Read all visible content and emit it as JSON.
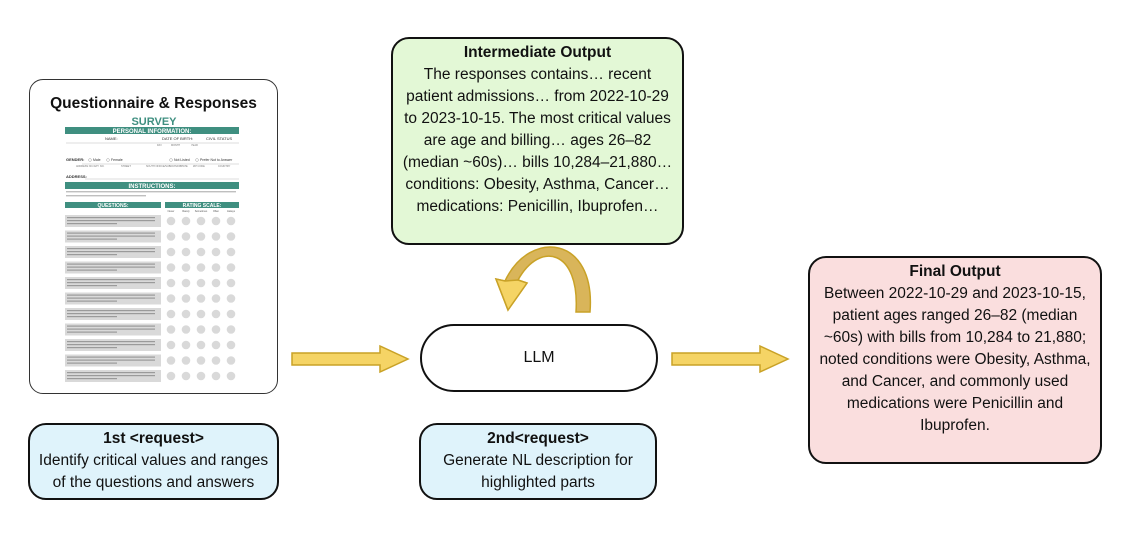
{
  "questionnaire": {
    "title": "Questionnaire & Responses",
    "survey_heading": "SURVEY",
    "personal_info_label": "PERSONAL INFORMATION:",
    "name_label": "NAME:",
    "dob_label": "DATE OF BIRTH:",
    "civil_label": "CIVIL STATUS",
    "dob_sub": [
      "DAY",
      "MONTH",
      "YEAR"
    ],
    "gender_label": "GENDER:",
    "gender_options": [
      "Male",
      "Female",
      "Not Listed",
      "Prefer Not to Answer"
    ],
    "address_sub": [
      "ADDRESS NO./APT. NO.",
      "STREET",
      "SOUTH OFFICE/SUBDIVISION",
      "STATE",
      "ZIP CODE",
      "COUNTRY"
    ],
    "address_label": "ADDRESS:",
    "instructions_label": "INSTRUCTIONS:",
    "questions_label": "QUESTIONS:",
    "rating_label": "RATING SCALE:",
    "rating_cols": [
      "Never",
      "Rarely",
      "Sometimes",
      "Often",
      "Always"
    ]
  },
  "intermediate": {
    "title": "Intermediate Output",
    "lines": [
      "The responses contains… recent",
      "patient admissions… from 2022-10-29",
      "to 2023-10-15. The most critical values",
      "are age and billing… ages 26–82",
      "(median ~60s)… bills 10,284–21,880…",
      "conditions: Obesity, Asthma, Cancer…",
      "medications: Penicillin, Ibuprofen…"
    ]
  },
  "llm": {
    "label": "LLM"
  },
  "final": {
    "title": "Final Output",
    "lines": [
      "Between 2022-10-29 and 2023-10-15,",
      "patient ages ranged 26–82 (median",
      "~60s) with bills from 10,284 to 21,880;",
      "noted conditions were Obesity, Asthma,",
      "and Cancer, and commonly used",
      "medications were Penicillin and",
      "Ibuprofen."
    ]
  },
  "request1": {
    "title": "1st <request>",
    "lines": [
      "Identify critical values and ranges",
      "of the questions and answers"
    ]
  },
  "request2": {
    "title": "2nd<request>",
    "lines": [
      "Generate NL description for",
      "highlighted parts"
    ]
  },
  "colors": {
    "survey_teal": "#3f8f80",
    "intermediate_bg": "#e3f8d6",
    "final_bg": "#fadede",
    "request_bg": "#dff3fb",
    "arrow_fill": "#f5d465",
    "arrow_stroke": "#c9a227"
  }
}
